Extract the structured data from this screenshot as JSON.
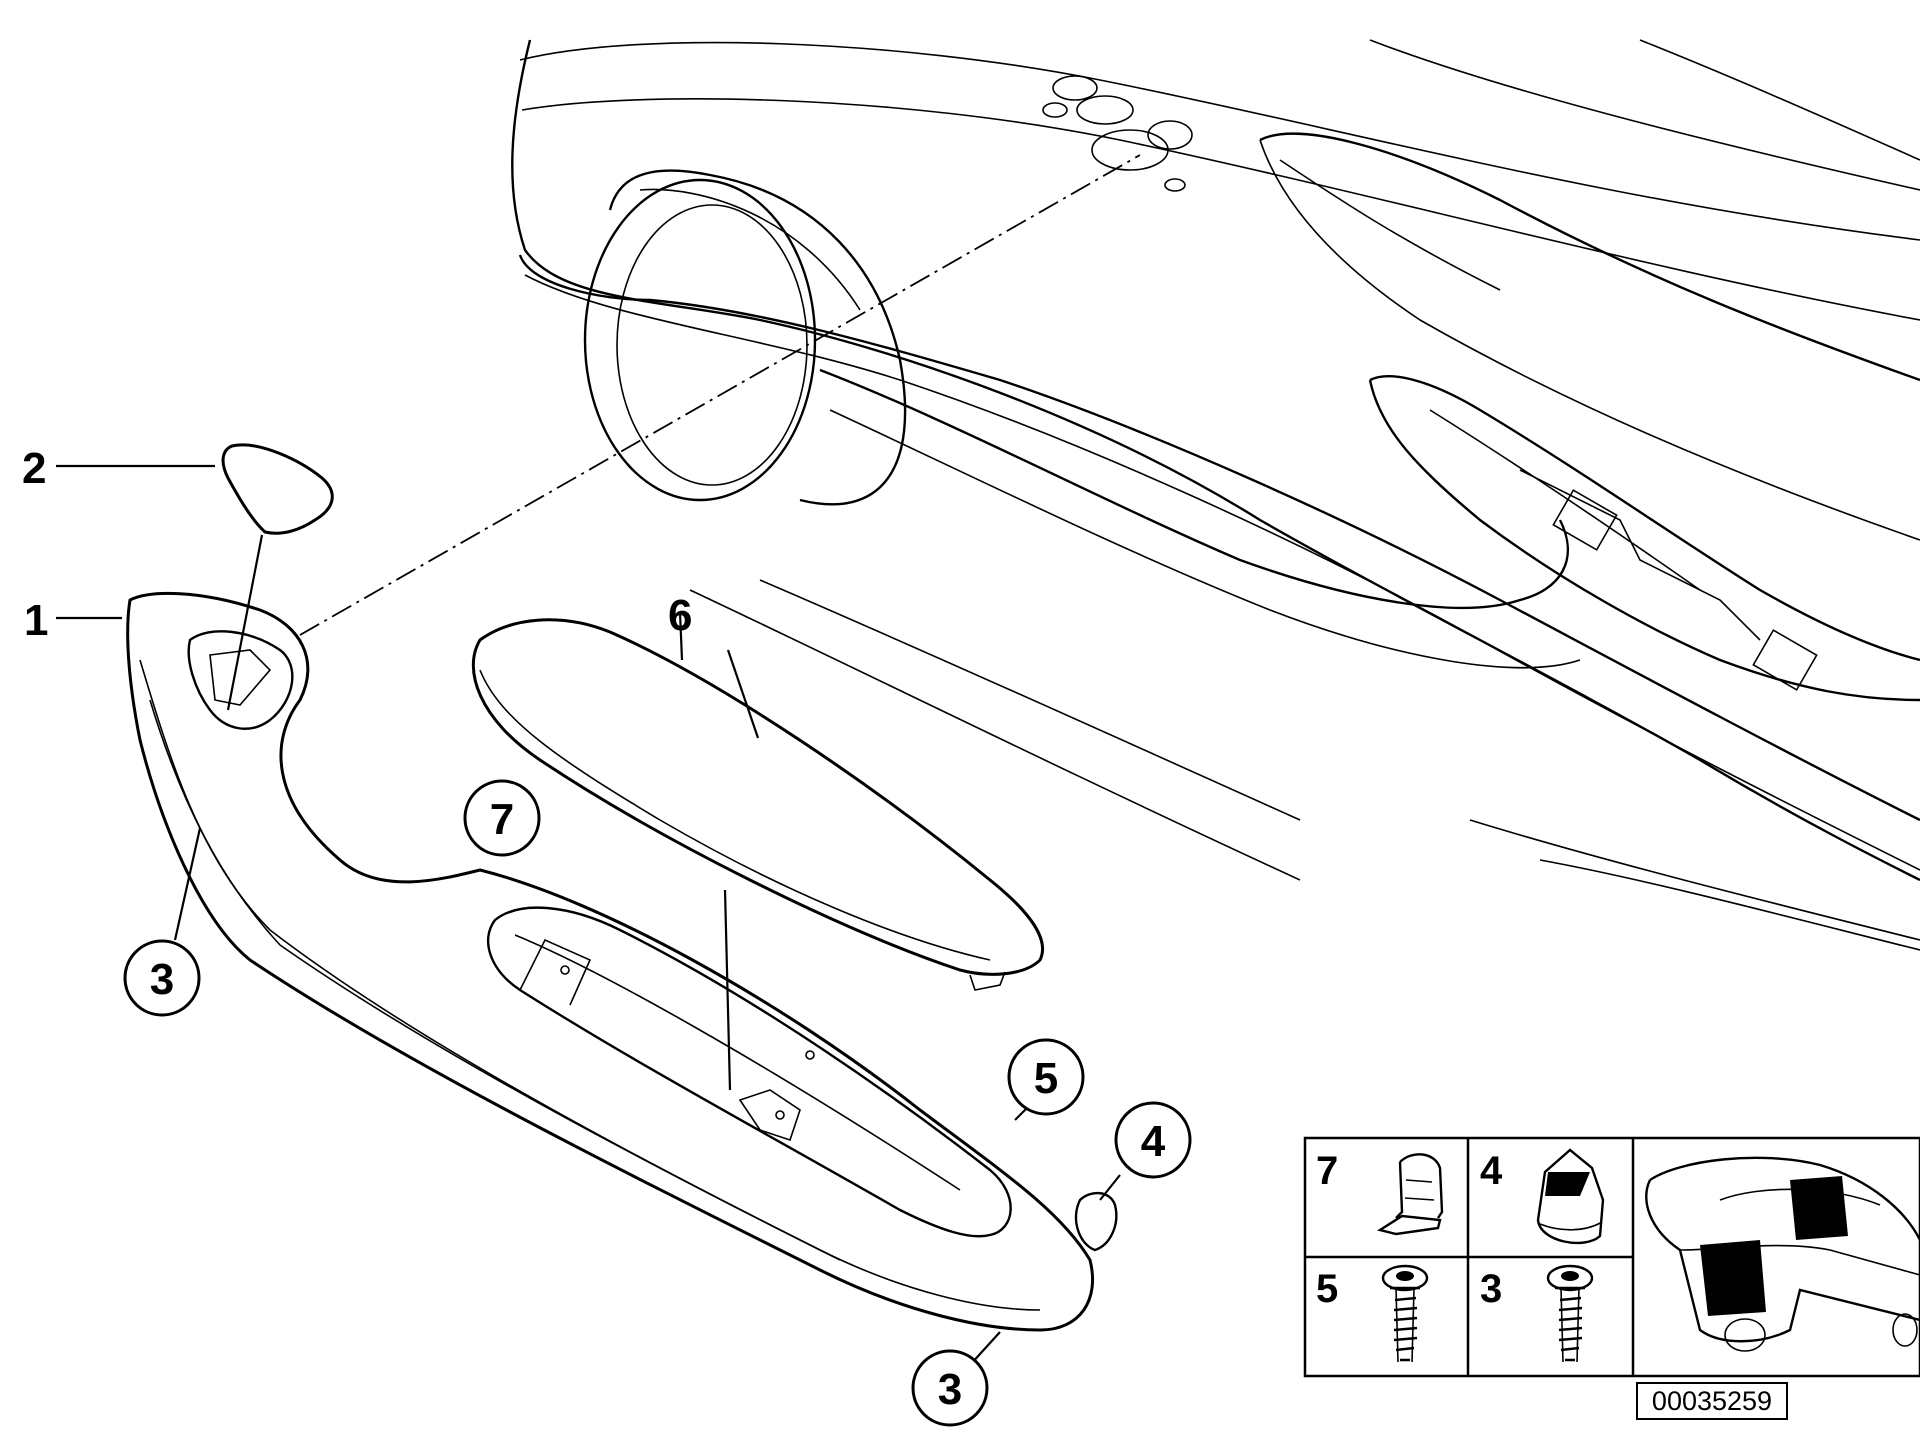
{
  "callouts": {
    "c1": "1",
    "c2": "2",
    "c3a": "3",
    "c3b": "3",
    "c4": "4",
    "c5": "5",
    "c6": "6",
    "c7": "7"
  },
  "legend": {
    "items": [
      {
        "num": "7",
        "icon": "clip-icon"
      },
      {
        "num": "4",
        "icon": "cap-icon"
      },
      {
        "num": "5",
        "icon": "screw-icon"
      },
      {
        "num": "3",
        "icon": "screw-icon"
      }
    ],
    "car_icon": "car-location-icon"
  },
  "reference_number": "00035259"
}
